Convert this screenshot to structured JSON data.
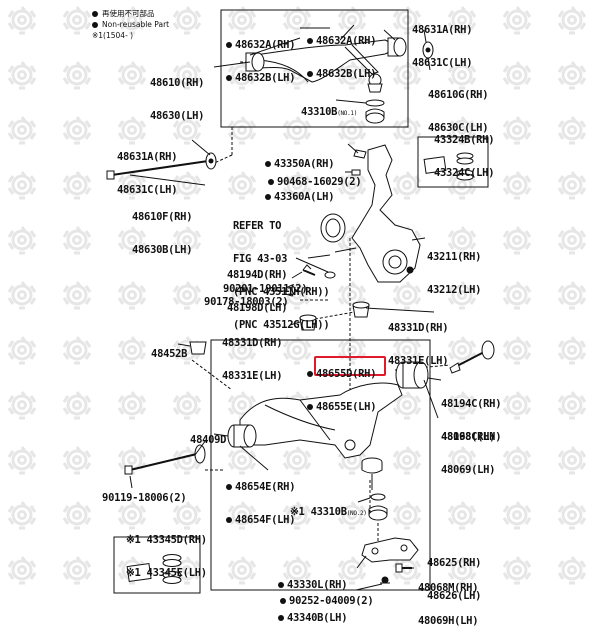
{
  "legend": {
    "non_reusable_ja": "再使用不可部品",
    "non_reusable_en": "Non-reusable Part",
    "note": "※1(1504-        )"
  },
  "labels": {
    "l48632A_RH": "48632A(RH)",
    "l48632B_LH": "48632B(LH)",
    "l48632A_RH_2": "48632A(RH)",
    "l48632B_LH_2": "48632B(LH)",
    "l48631A_RH_top": "48631A(RH)",
    "l48631C_LH_top": "48631C(LH)",
    "l48610_RH": "48610(RH)",
    "l48630_LH": "48630(LH)",
    "l48610G_RH": "48610G(RH)",
    "l48630C_LH": "48630C(LH)",
    "l43310B_no1": "43310B",
    "no1": "(NO.1)",
    "l43324B_RH": "43324B(RH)",
    "l43324C_LH": "43324C(LH)",
    "l48631A_RH": "48631A(RH)",
    "l48631C_LH": "48631C(LH)",
    "l43350A_RH": "43350A(RH)",
    "l43360A_LH": "43360A(LH)",
    "l90468": "90468-16029(2)",
    "l48610F_RH": "48610F(RH)",
    "l48630B_LH": "48630B(LH)",
    "refer1": "REFER TO",
    "refer2": "FIG 43-03",
    "refer3": "(PNC 43511H(RH))",
    "refer4": "(PNC 43512G(LH))",
    "l43211_RH": "43211(RH)",
    "l43212_LH": "43212(LH)",
    "l48194D_RH": "48194D(RH)",
    "l48198D_LH": "48198D(LH)",
    "l90201": "90201-19011(2)",
    "l90178": "90178-18003(2)",
    "l48331D_RH": "48331D(RH)",
    "l48331E_LH": "48331E(LH)",
    "l48331D_RH_2": "48331D(RH)",
    "l48331E_LH_2": "48331E(LH)",
    "l48452B": "48452B",
    "l48655D_RH": "48655D(RH)",
    "l48655E_LH": "48655E(LH)",
    "l48194C_RH": "48194C(RH)",
    "l48198C_LH": "48198C(LH)",
    "l48068_RH": "48068(RH)",
    "l48069_LH": "48069(LH)",
    "l48409D": "48409D",
    "l48654E_RH": "48654E(RH)",
    "l48654F_LH": "48654F(LH)",
    "l90119": "90119-18006(2)",
    "l43310B_no2": "※1 43310B",
    "no2": "(NO.2)",
    "l43345D_RH": "※1 43345D(RH)",
    "l43345E_LH": "※1 43345E(LH)",
    "l48625_RH": "48625(RH)",
    "l48626_LH": "48626(LH)",
    "l43330L_RH": "43330L(RH)",
    "l43340B_LH": "43340B(LH)",
    "l48068M_RH": "48068M(RH)",
    "l48069H_LH": "48069H(LH)",
    "l90252": "90252-04009(2)"
  },
  "highlight_color": "#e0192d"
}
